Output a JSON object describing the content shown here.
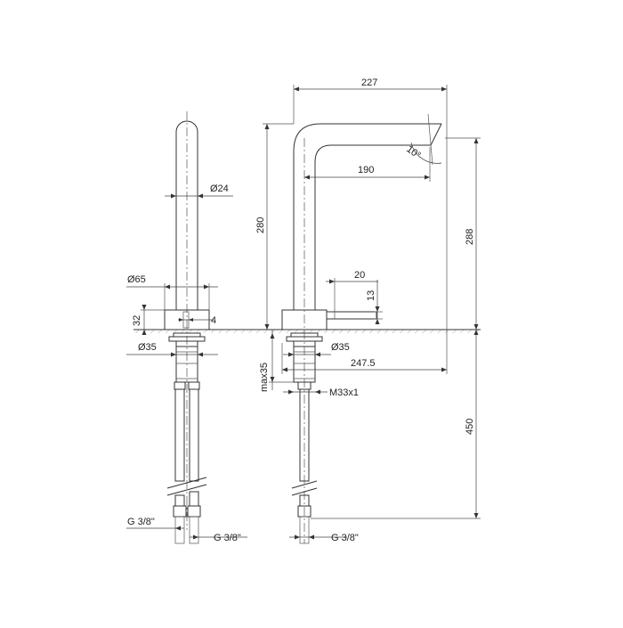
{
  "dimensions": {
    "spout_reach_total": "227",
    "spout_angle": "10°",
    "spout_inner_reach": "190",
    "spout_height": "280",
    "total_height": "288",
    "spout_diameter": "Ø24",
    "base_diameter": "Ø65",
    "base_height": "32",
    "lever_gap": "4",
    "shank_diameter_left": "Ø35",
    "shank_diameter_right": "Ø35",
    "lever_length": "20",
    "lever_height": "13",
    "max_deck_thickness": "max35",
    "overall_depth": "247.5",
    "thread": "M33x1",
    "hose_length": "450",
    "connection_left_1": "G 3/8\"",
    "connection_left_2": "G 3/8\"",
    "connection_right": "G 3/8\""
  }
}
